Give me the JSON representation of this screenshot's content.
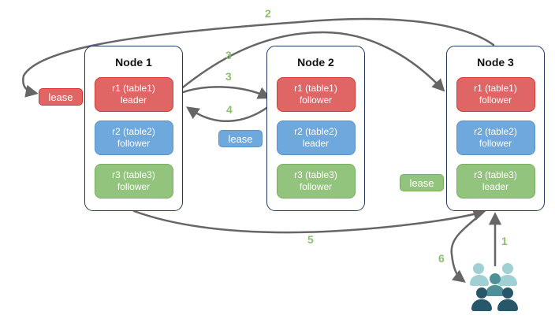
{
  "nodes": [
    {
      "title": "Node 1",
      "replicas": [
        {
          "name": "r1 (table1)",
          "role": "leader"
        },
        {
          "name": "r2 (table2)",
          "role": "follower"
        },
        {
          "name": "r3 (table3)",
          "role": "follower"
        }
      ]
    },
    {
      "title": "Node 2",
      "replicas": [
        {
          "name": "r1 (table1)",
          "role": "follower"
        },
        {
          "name": "r2 (table2)",
          "role": "leader"
        },
        {
          "name": "r3 (table3)",
          "role": "follower"
        }
      ]
    },
    {
      "title": "Node 3",
      "replicas": [
        {
          "name": "r1 (table1)",
          "role": "follower"
        },
        {
          "name": "r2 (table2)",
          "role": "follower"
        },
        {
          "name": "r3 (table3)",
          "role": "leader"
        }
      ]
    }
  ],
  "leases": [
    {
      "label": "lease",
      "color": "#e06666"
    },
    {
      "label": "lease",
      "color": "#6fa8dc"
    },
    {
      "label": "lease",
      "color": "#93c47d"
    }
  ],
  "step_labels": {
    "s1": "1",
    "s2": "2",
    "s3a": "3",
    "s3b": "3",
    "s4": "4",
    "s5": "5",
    "s6": "6"
  },
  "icons": {
    "users_group": "users-group-icon"
  },
  "colors": {
    "replica_red_fill": "#e06666",
    "replica_red_border": "#d23a33",
    "replica_blue_fill": "#6fa8dc",
    "replica_blue_border": "#5b93c9",
    "replica_green_fill": "#93c47d",
    "replica_green_border": "#79ad60",
    "node_border": "#22395e",
    "arrow": "#666666",
    "step_label": "#8cbf6d",
    "users_light": "#a0d0d3",
    "users_medium": "#4e9097",
    "users_dark": "#28566a"
  }
}
